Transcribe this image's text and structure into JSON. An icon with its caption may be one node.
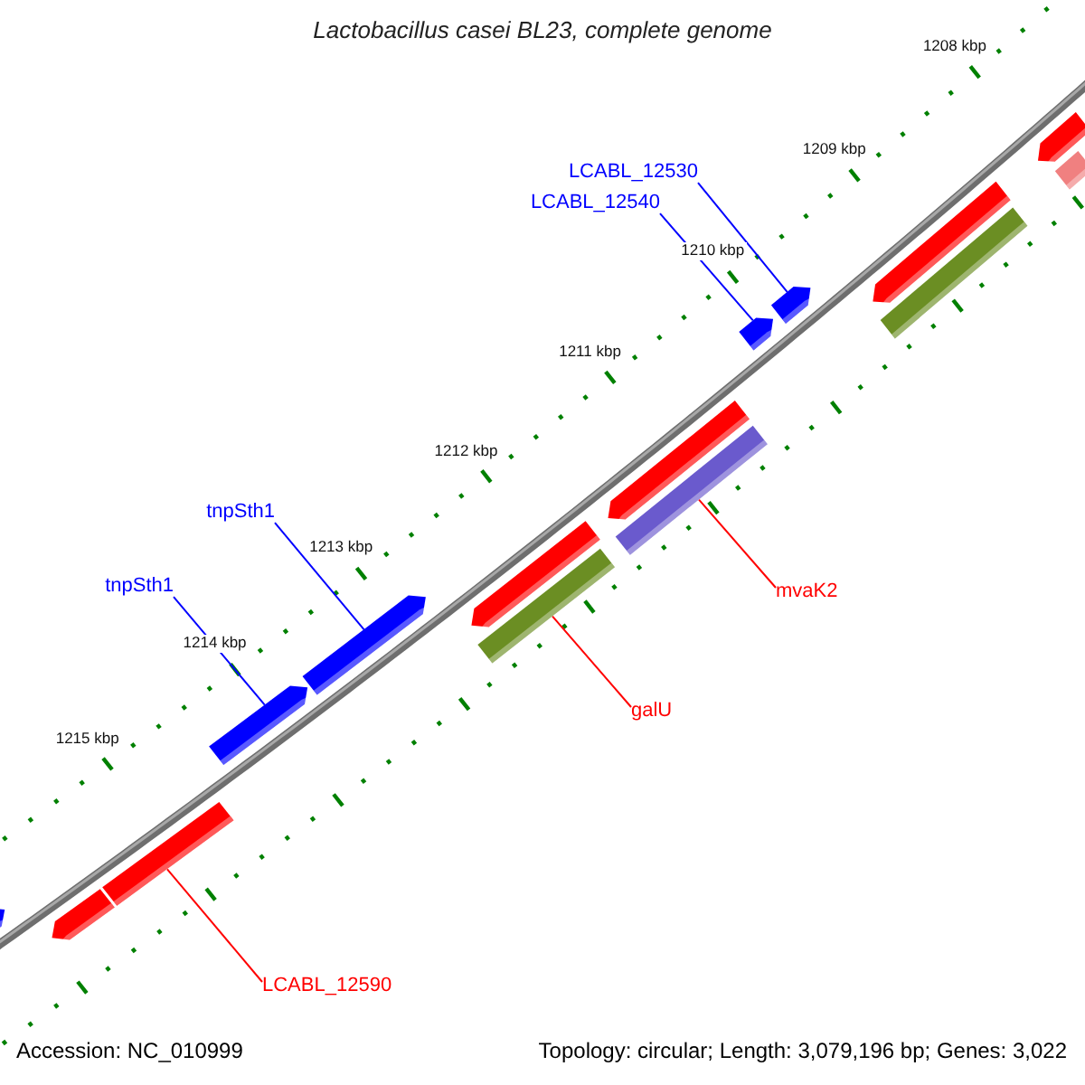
{
  "diagram": {
    "title": "Lactobacillus casei BL23, complete genome",
    "nodes": [
      {
        "text": [
          "LCABL_12530"
        ]
      },
      {
        "text": [
          "LCABL_12540"
        ]
      },
      {
        "text": [
          "tnpSth1"
        ]
      },
      {
        "text": [
          "tnpSth1"
        ]
      },
      {
        "text": [
          "mvaK2"
        ]
      },
      {
        "text": [
          "galU"
        ]
      },
      {
        "text": [
          "LCABL_12590"
        ]
      },
      {
        "text": [],
        "shape": "arrow"
      },
      {
        "text": [],
        "shape": "bar"
      },
      {
        "text": [],
        "shape": "arrow"
      },
      {
        "text": [],
        "shape": "bar"
      },
      {
        "text": [],
        "shape": "arrow"
      },
      {
        "text": [],
        "shape": "arrow"
      },
      {
        "text": [],
        "shape": "arrow"
      },
      {
        "text": [],
        "shape": "bar"
      },
      {
        "text": [],
        "shape": "arrow"
      },
      {
        "text": [],
        "shape": "bar"
      },
      {
        "text": [],
        "shape": "arrow"
      },
      {
        "text": [],
        "shape": "arrow"
      },
      {
        "text": [],
        "shape": "arrow"
      },
      {
        "text": [],
        "shape": "bar"
      },
      {
        "text": [],
        "shape": "arrow"
      }
    ],
    "edges": [
      {
        "from": 0,
        "to": 11,
        "arrow": "none"
      },
      {
        "from": 1,
        "to": 12,
        "arrow": "none"
      },
      {
        "from": 2,
        "to": 17,
        "arrow": "none"
      },
      {
        "from": 3,
        "to": 18,
        "arrow": "none"
      },
      {
        "from": 4,
        "to": 14,
        "arrow": "none",
        "color": "#ff0000"
      },
      {
        "from": 5,
        "to": 16,
        "arrow": "none",
        "color": "#ff0000"
      },
      {
        "from": 6,
        "to": 20,
        "arrow": "none",
        "color": "#ff0000"
      }
    ],
    "labels": [
      "1208 kbp",
      "1209 kbp",
      "1210 kbp",
      "1211 kbp",
      "1212 kbp",
      "1213 kbp",
      "1214 kbp",
      "1215 kbp",
      "Accession: NC_010999",
      "Topology: circular; Length: 3,079,196 bp; Genes: 3,022"
    ]
  }
}
